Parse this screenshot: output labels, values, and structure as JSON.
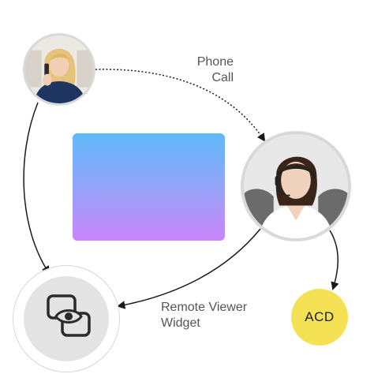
{
  "labels": {
    "phone_call_line1": "Phone",
    "phone_call_line2": "Call",
    "remote_viewer_line1": "Remote Viewer",
    "remote_viewer_line2": "Widget",
    "acd": "ACD"
  },
  "icons": {
    "widget": "eye-screens-icon"
  },
  "colors": {
    "acd_badge": "#f5e254",
    "screen_gradient_top": "#5fb9fb",
    "screen_gradient_bottom": "#c985fb",
    "arrow": "#1a1a1a"
  }
}
